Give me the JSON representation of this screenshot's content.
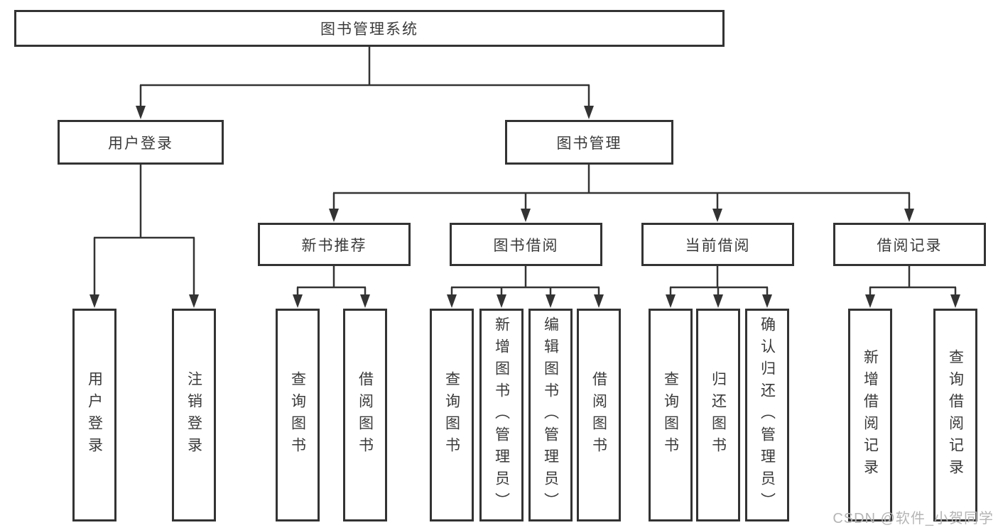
{
  "diagram_title": "图书管理系统",
  "nodes": {
    "root": {
      "label": "图书管理系统"
    },
    "level2": [
      {
        "label": "用户登录"
      },
      {
        "label": "图书管理"
      }
    ],
    "level3": [
      {
        "label": "新书推荐",
        "parent": "图书管理"
      },
      {
        "label": "图书借阅",
        "parent": "图书管理"
      },
      {
        "label": "当前借阅",
        "parent": "图书管理"
      },
      {
        "label": "借阅记录",
        "parent": "图书管理"
      }
    ],
    "leaves": [
      {
        "label": "用户登录",
        "parent": "用户登录"
      },
      {
        "label": "注销登录",
        "parent": "用户登录"
      },
      {
        "label": "查询图书",
        "parent": "新书推荐"
      },
      {
        "label": "借阅图书",
        "parent": "新书推荐"
      },
      {
        "label": "查询图书",
        "parent": "图书借阅"
      },
      {
        "label": "新增图书（管理员）",
        "parent": "图书借阅"
      },
      {
        "label": "编辑图书（管理员）",
        "parent": "图书借阅"
      },
      {
        "label": "借阅图书",
        "parent": "图书借阅"
      },
      {
        "label": "查询图书",
        "parent": "当前借阅"
      },
      {
        "label": "归还图书",
        "parent": "当前借阅"
      },
      {
        "label": "确认归还（管理员）",
        "parent": "当前借阅"
      },
      {
        "label": "新增借阅记录",
        "parent": "借阅记录"
      },
      {
        "label": "查询借阅记录",
        "parent": "借阅记录"
      }
    ]
  },
  "watermark": "CSDN @软件_小贺同学",
  "colors": {
    "line": "#333333",
    "border": "#333333",
    "text": "#3a3a3a",
    "watermark": "#b5b5b5",
    "background": "#ffffff"
  }
}
